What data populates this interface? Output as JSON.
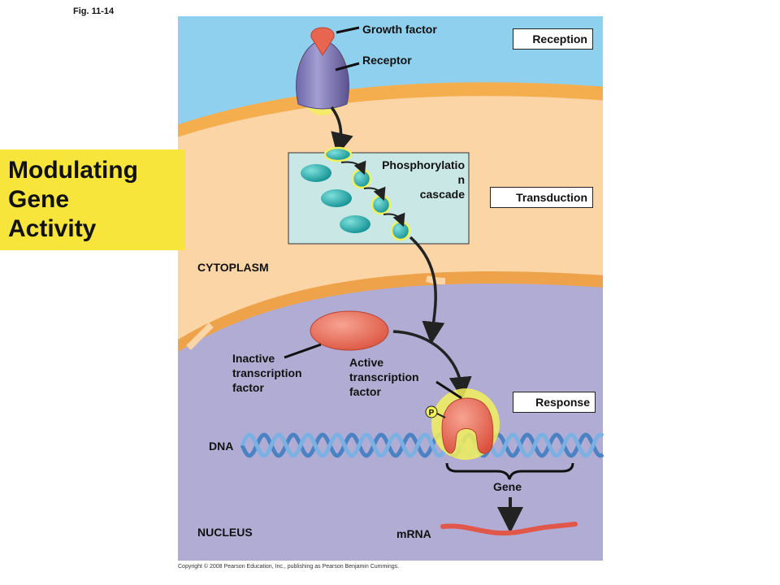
{
  "figure_label": "Fig. 11-14",
  "title_lines": [
    "Modulating",
    "Gene",
    "Activity"
  ],
  "stage_tags": {
    "reception": "Reception",
    "transduction": "Transduction",
    "response": "Response"
  },
  "labels": {
    "growth_factor": "Growth factor",
    "receptor": "Receptor",
    "phosphorylation_lines": [
      "Phosphorylatio",
      "n",
      "cascade"
    ],
    "cytoplasm": "CYTOPLASM",
    "inactive_tf_lines": [
      "Inactive",
      "transcription",
      "factor"
    ],
    "active_tf_lines": [
      "Active",
      "transcription",
      "factor"
    ],
    "phosphate": "P",
    "dna": "DNA",
    "gene": "Gene",
    "nucleus": "NUCLEUS",
    "mrna": "mRNA"
  },
  "copyright": "Copyright © 2008 Pearson Education, Inc., publishing as Pearson Benjamin Cummings.",
  "colors": {
    "extracellular": "#8fd0ef",
    "membrane": "#f5ae4e",
    "cytoplasm": "#fbd5a6",
    "nucleus": "#b1acd4",
    "cascade_box": "#c9e7e5",
    "kinase": "#17a3a3",
    "receptor": "#7d75b5",
    "transcription_factor": "#e86650",
    "highlight": "#f3f05a",
    "title_bg": "#f7e53b",
    "dna": "#4a82c4"
  }
}
